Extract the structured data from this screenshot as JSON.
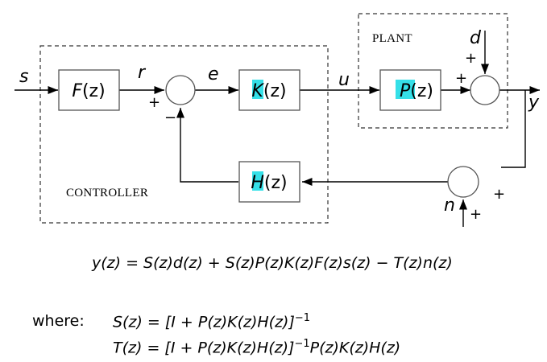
{
  "regions": {
    "controller": "CONTROLLER",
    "plant": "PLANT"
  },
  "blocks": {
    "f": {
      "symbol": "F",
      "arg": "(z)"
    },
    "k": {
      "symbol": "K",
      "arg": "(z)"
    },
    "p": {
      "symbol": "P",
      "arg": "(z)"
    },
    "h": {
      "symbol": "H",
      "arg": "(z)"
    }
  },
  "signals": {
    "s": "s",
    "r": "r",
    "e": "e",
    "u": "u",
    "d": "d",
    "y": "y",
    "n": "n"
  },
  "signs": {
    "plus": "+",
    "minus": "−"
  },
  "equations": {
    "main": "y(z) = S(z)d(z) + S(z)P(z)K(z)F(z)s(z) − T(z)n(z)",
    "where_label": "where:",
    "s_lhs": "S(z) = ",
    "s_body": "[I + P(z)K(z)H(z)]",
    "s_exp": "−1",
    "t_lhs": "T(z) = ",
    "t_body": "[I + P(z)K(z)H(z)]",
    "t_exp": "−1",
    "t_tail": "P(z)K(z)H(z)"
  },
  "colors": {
    "highlight": "#35e0e8"
  }
}
